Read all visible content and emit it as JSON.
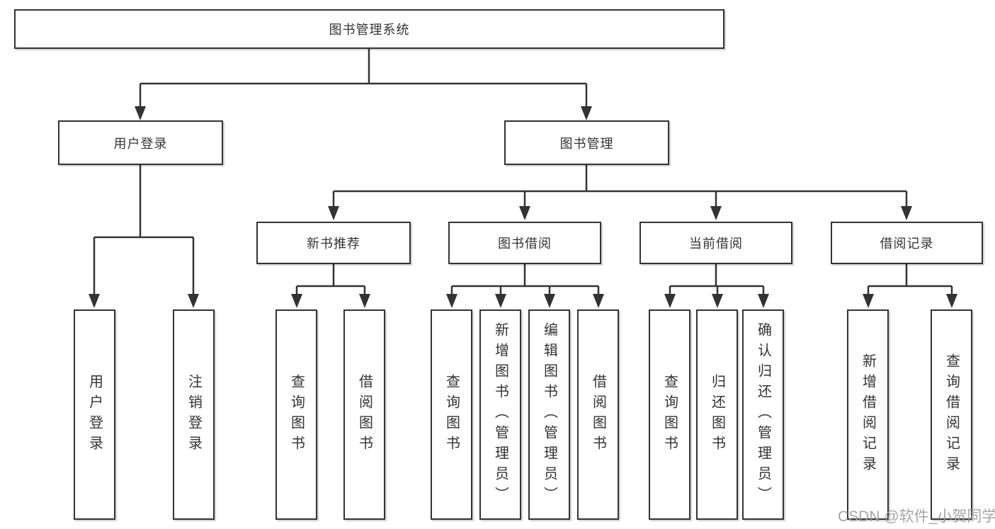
{
  "colors": {
    "line": "#333333",
    "box_border": "#333333",
    "box_fill": "#ffffff",
    "text": "#333333",
    "watermark": "#9c9c9c"
  },
  "watermark": {
    "text": "CSDN @软件_小贺同学"
  },
  "tree": {
    "root": {
      "label": "图书管理系统"
    },
    "level2": [
      {
        "label": "用户登录"
      },
      {
        "label": "图书管理"
      }
    ],
    "level3": [
      {
        "label": "新书推荐"
      },
      {
        "label": "图书借阅"
      },
      {
        "label": "当前借阅"
      },
      {
        "label": "借阅记录"
      }
    ],
    "leaves": {
      "user_login": [
        {
          "label": "用户登录"
        },
        {
          "label": "注销登录"
        }
      ],
      "new_book_recommend": [
        {
          "label": "查询图书"
        },
        {
          "label": "借阅图书"
        }
      ],
      "book_borrow": [
        {
          "label": "查询图书"
        },
        {
          "label": "新增图书（管理员）"
        },
        {
          "label": "编辑图书（管理员）"
        },
        {
          "label": "借阅图书"
        }
      ],
      "current_borrow": [
        {
          "label": "查询图书"
        },
        {
          "label": "归还图书"
        },
        {
          "label": "确认归还（管理员）"
        }
      ],
      "borrow_record": [
        {
          "label": "新增借阅记录"
        },
        {
          "label": "查询借阅记录"
        }
      ]
    }
  }
}
